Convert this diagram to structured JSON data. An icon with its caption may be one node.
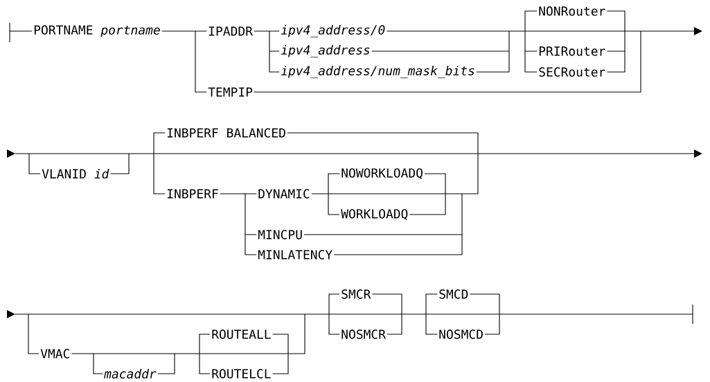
{
  "diagram": {
    "labels": [
      "PORTNAME *portname*",
      "NONRouter",
      "IPADDR",
      "ipv4_address/0",
      "ipv4_address",
      "PRIRouter",
      "ipv4_address/num_mask_bits",
      "SECRouter",
      "TEMPIP",
      "INBPERF BALANCED",
      "VLANID *id*",
      "NOWORKLOADQ",
      "INBPERF",
      "DYNAMIC",
      "WORKLOADQ",
      "MINCPU",
      "MINLATENCY",
      "SMCR",
      "SMCD",
      "ROUTEALL",
      "NOSMCR",
      "NOSMCD",
      "VMAC",
      "macaddr",
      "ROUTELCL"
    ]
  }
}
